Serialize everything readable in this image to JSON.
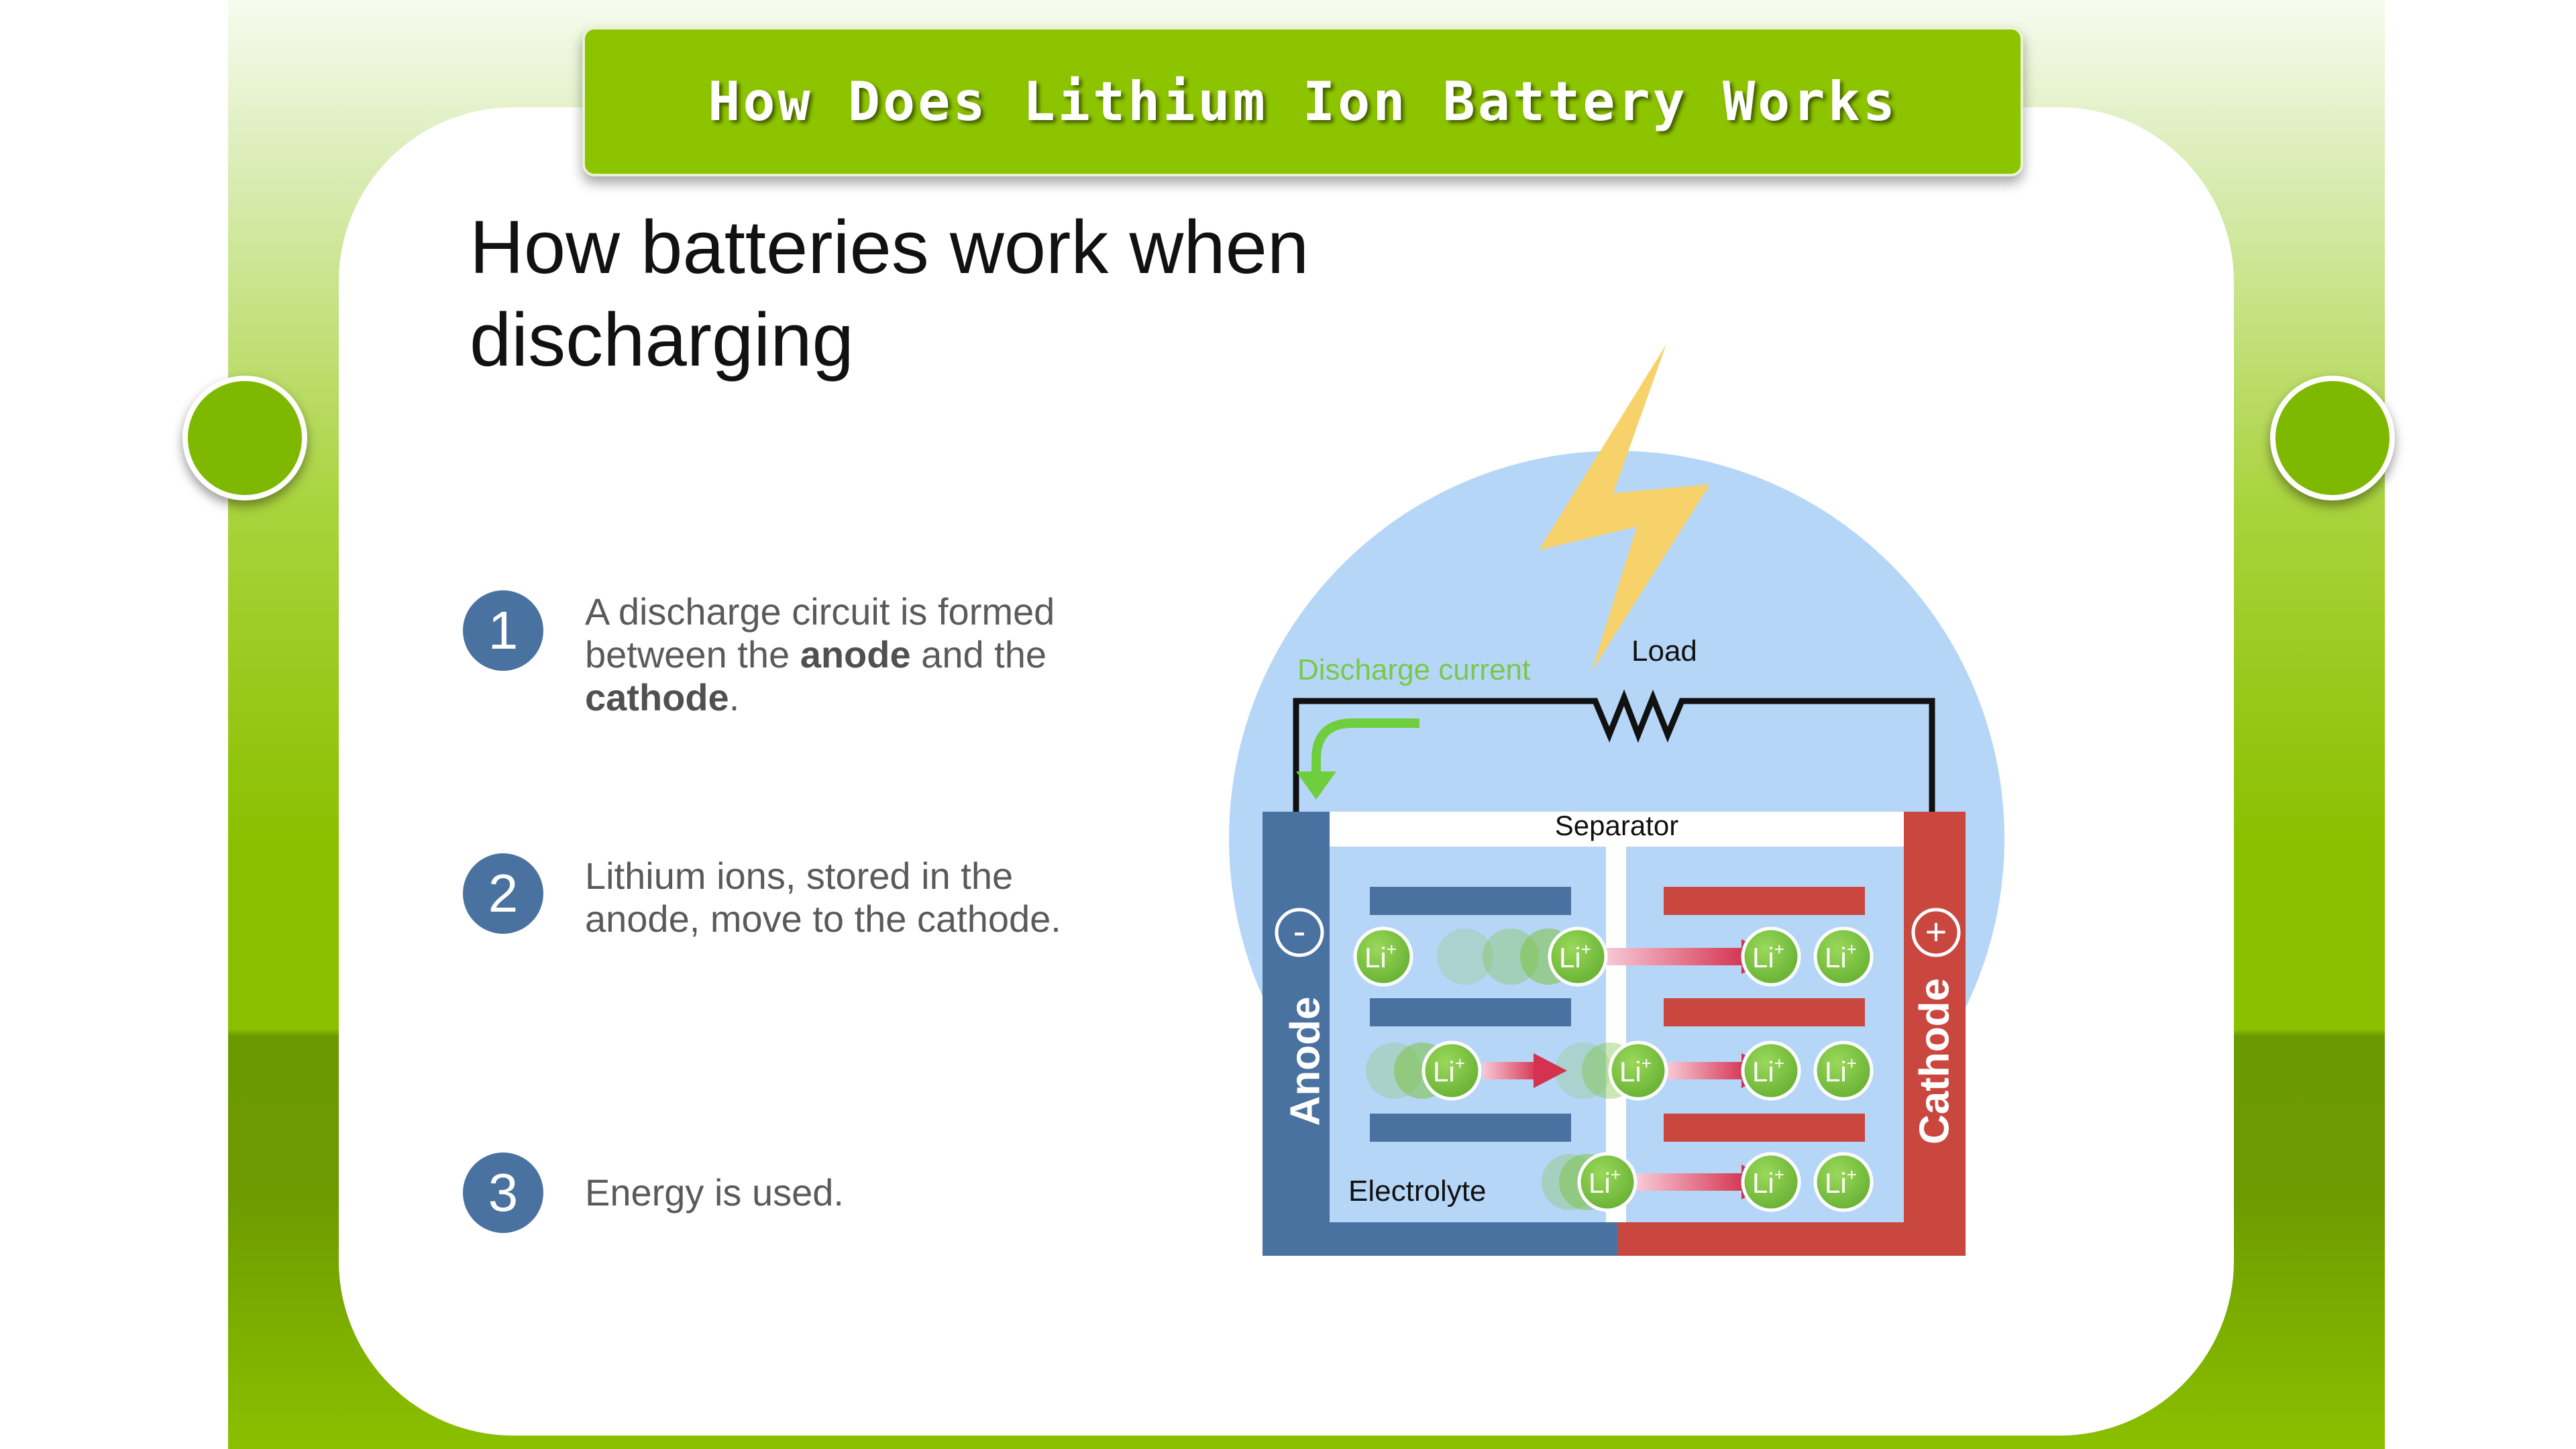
{
  "banner": {
    "title": "How Does Lithium Ion Battery Works"
  },
  "heading": "How batteries work when discharging",
  "steps": [
    {
      "number": "1",
      "text_a": "A discharge circuit is formed between the ",
      "bold_a": "anode",
      "text_b": " and the ",
      "bold_b": "cathode",
      "text_c": "."
    },
    {
      "number": "2",
      "text": "Lithium ions, stored in the anode, move to the cathode."
    },
    {
      "number": "3",
      "text": "Energy is used."
    }
  ],
  "diagram": {
    "discharge_current_label": "Discharge current",
    "load_label": "Load",
    "separator_label": "Separator",
    "electrolyte_label": "Electrolyte",
    "anode_label": "Anode",
    "cathode_label": "Cathode",
    "anode_sign": "-",
    "cathode_sign": "+",
    "ion_label": "Li",
    "ion_charge": "+"
  },
  "colors": {
    "brand_green": "#8dc400",
    "anode_blue": "#4a72a0",
    "cathode_red": "#c9473f",
    "ion_green": "#7ec242",
    "sky": "#b6d6f7",
    "bolt": "#f7d16a"
  }
}
